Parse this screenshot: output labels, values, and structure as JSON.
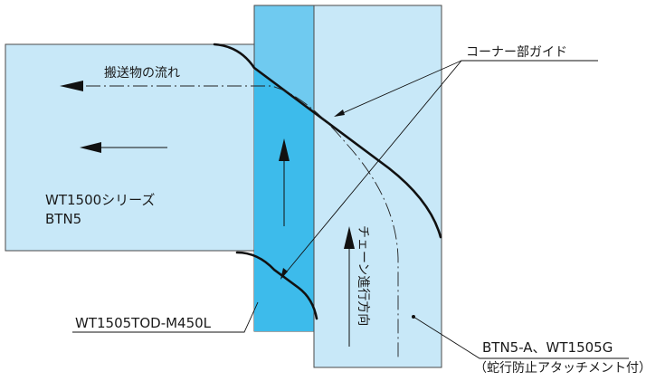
{
  "labels": {
    "flow": "搬送物の流れ",
    "corner_guide": "コーナー部ガイド",
    "series_line1": "WT1500シリーズ",
    "series_line2": "BTN5",
    "chain_direction": "チェーン進行方向",
    "model_tod": "WT1505TOD-M450L",
    "model_btn5a": "BTN5-A、WT1505G",
    "model_btn5a_note": "（蛇行防止アタッチメント付）"
  },
  "colors": {
    "conveyor_light": "#c8e8f8",
    "conveyor_mid": "#6fcaf0",
    "conveyor_dark": "#3dbbeb",
    "outline": "#1a1a1a",
    "background": "#ffffff"
  }
}
